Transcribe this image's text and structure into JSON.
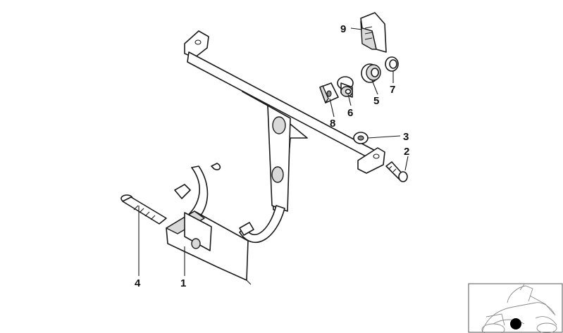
{
  "diagram": {
    "callouts": [
      {
        "id": "1",
        "label": "1"
      },
      {
        "id": "2",
        "label": "2"
      },
      {
        "id": "3",
        "label": "3"
      },
      {
        "id": "4",
        "label": "4"
      },
      {
        "id": "5",
        "label": "5"
      },
      {
        "id": "6",
        "label": "6"
      },
      {
        "id": "7",
        "label": "7"
      },
      {
        "id": "8",
        "label": "8"
      },
      {
        "id": "9",
        "label": "9"
      }
    ],
    "colors": {
      "line": "#1a1a1a",
      "part_fill": "#ffffff",
      "shade": "#d9d9d9",
      "marker": "#000000"
    }
  }
}
